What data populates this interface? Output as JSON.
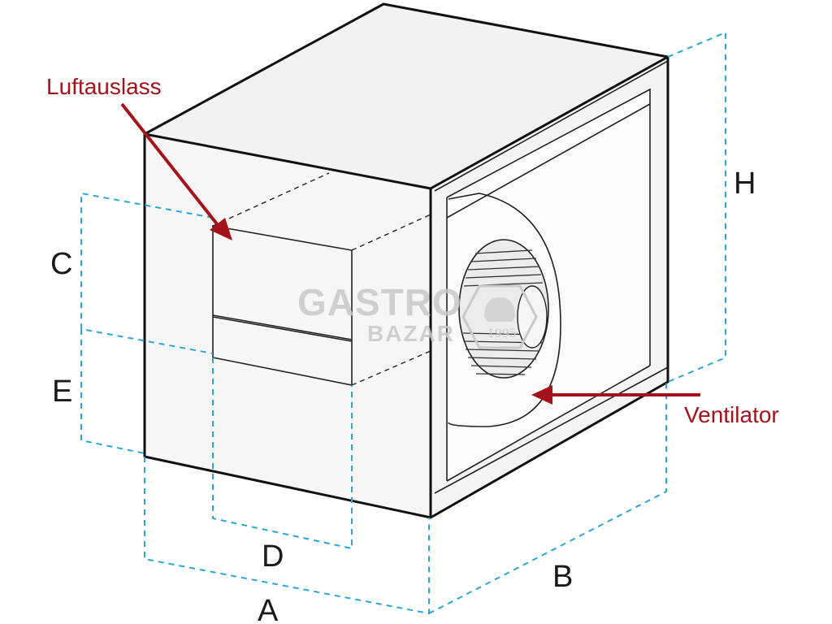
{
  "labels": {
    "A": "A",
    "B": "B",
    "C": "C",
    "D": "D",
    "E": "E",
    "H": "H"
  },
  "callouts": {
    "outlet": "Luftauslass",
    "fan": "Ventilator"
  },
  "watermark": {
    "line1": "GASTRO",
    "line2": "BAZAR",
    "year": "1995"
  },
  "colors": {
    "callout": "#a5121a",
    "dimension_lines": "#2aa6df",
    "box_edges": "#111111",
    "watermark": "#c9c9c9"
  }
}
